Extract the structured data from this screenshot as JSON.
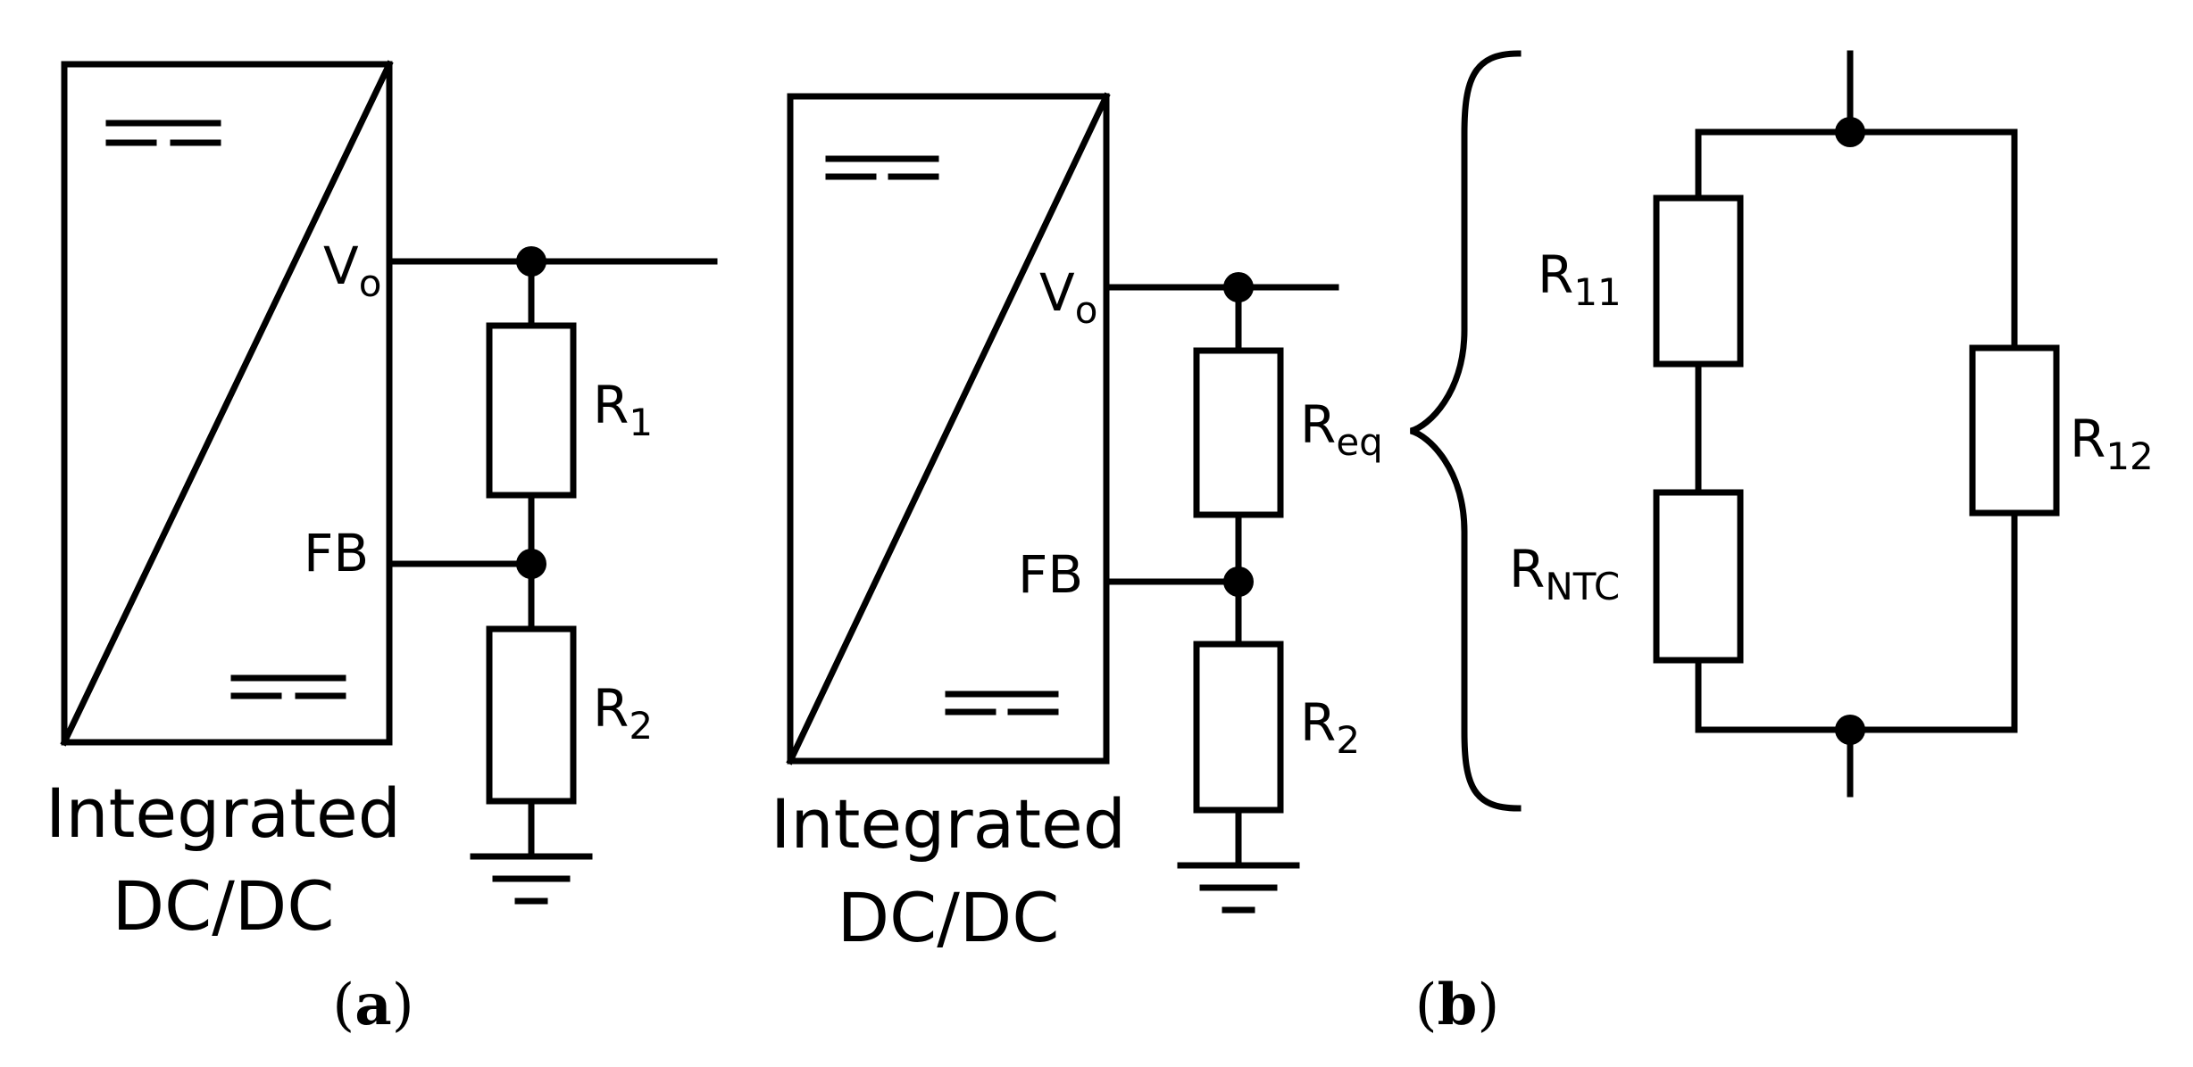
{
  "panel_a": {
    "converter_line1": "Integrated",
    "converter_line2": "DC/DC",
    "pin_vo": "V",
    "pin_vo_sub": "o",
    "pin_fb": "FB",
    "r1": "R",
    "r1_sub": "1",
    "r2": "R",
    "r2_sub": "2",
    "caption_open": "(",
    "caption_letter": "a",
    "caption_close": ")"
  },
  "panel_b": {
    "converter_line1": "Integrated",
    "converter_line2": "DC/DC",
    "pin_vo": "V",
    "pin_vo_sub": "o",
    "pin_fb": "FB",
    "req": "R",
    "req_sub": "eq",
    "r2": "R",
    "r2_sub": "2",
    "r11": "R",
    "r11_sub": "11",
    "rntc": "R",
    "rntc_sub": "NTC",
    "r12": "R",
    "r12_sub": "12",
    "caption_open": "(",
    "caption_letter": "b",
    "caption_close": ")"
  }
}
